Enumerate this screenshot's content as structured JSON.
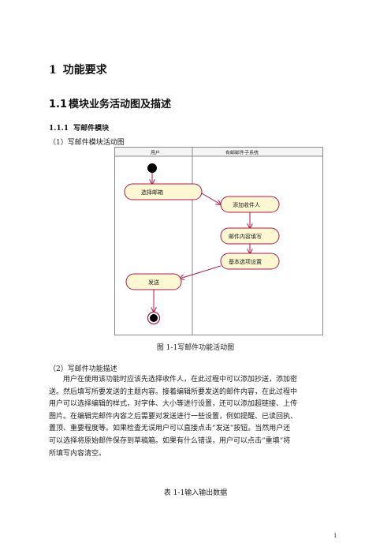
{
  "section1": {
    "number": "1",
    "title": "功能要求"
  },
  "section11": {
    "number": "1.1",
    "title": "模块业务活动图及描述"
  },
  "section111": {
    "number": "1.1.1",
    "title": "写邮件模块"
  },
  "sub1": "（1）写邮件模块活动图",
  "diagram": {
    "lanes": [
      "用户",
      "有邮邮件子系统"
    ],
    "activities": {
      "select_mailbox": "选择邮箱",
      "add_recipient": "添加收件人",
      "fill_content": "邮件内容填写",
      "basic_settings": "基本选项设置",
      "send": "发送"
    },
    "colors": {
      "node_fill": "#fdf8d2",
      "node_stroke": "#b0184a",
      "arrow": "#b0184a",
      "dot": "#000000"
    }
  },
  "figure_caption": {
    "label": "图 1-1",
    "text": "写邮件功能活动图"
  },
  "sub2": "（2）写邮件功能描述",
  "description_lines": [
    "用户在使用该功能时应该先选择收件人，在此过程中可以添加抄送，添加密",
    "送。然后填写所要发送的主题内容。接着编辑所要发送的邮件内容，在此过程中",
    "用户可以选择编辑的样式，对字体、大小等进行设置，还可以添加超链接、上传",
    "图片。在编辑完邮件内容之后需要对发送进行一些设置，例如提醒、已读回执、",
    "置顶、重要程度等。如果检查无误用户可以直接点击“发送“按钮。当然用户还",
    "可以选择将原始邮件保存到草稿箱。如果有什么错误，用户可以点击“重填“将",
    "所填写内容清空。"
  ],
  "table_caption": {
    "label": "表 1-1",
    "text": "输入输出数据"
  },
  "page_number": "1"
}
